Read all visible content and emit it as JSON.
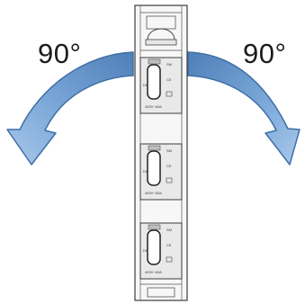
{
  "labels": {
    "left_angle": "90°",
    "right_angle": "90°"
  },
  "modules": [
    {
      "brand": "SM",
      "code": "DK",
      "cert": "CE",
      "rating": "400V~63A"
    },
    {
      "brand": "SM",
      "code": "DK",
      "cert": "CE",
      "rating": "400V~63A"
    },
    {
      "brand": "SM",
      "code": "DK",
      "cert": "CE",
      "rating": "400V~63A"
    }
  ],
  "colors": {
    "arrow_fill": "#6c9bd0",
    "arrow_edge": "#3f6fa6",
    "device_outline": "#3c3c3c",
    "module_fill": "#e8e8e8"
  }
}
